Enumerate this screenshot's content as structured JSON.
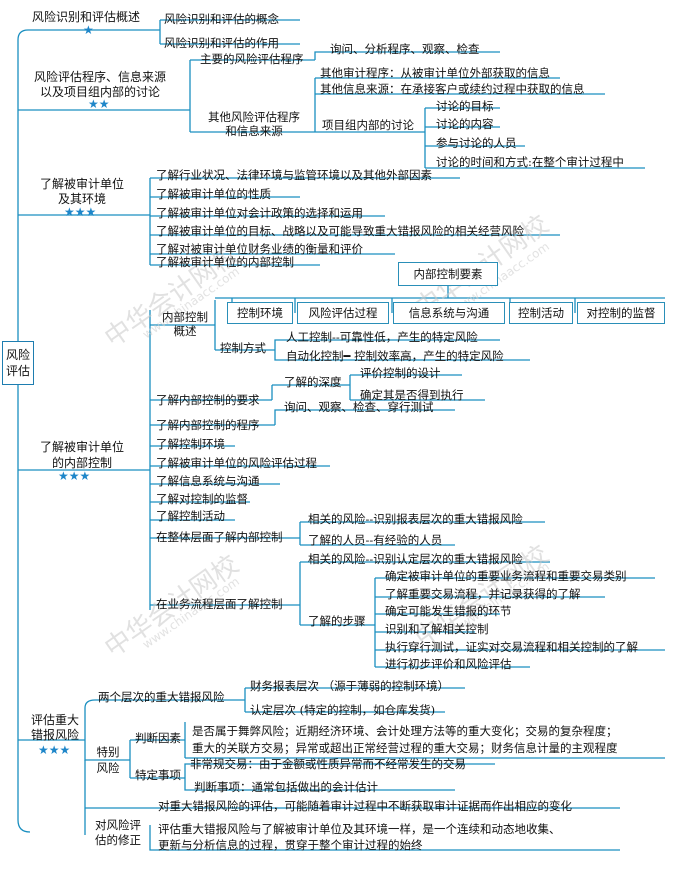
{
  "root": "风险评估",
  "stars": {
    "two": "★★",
    "three": "★★★",
    "one": "★"
  },
  "s1": {
    "title": "风险识别和评估概述",
    "items": [
      "风险识别和评估的概念",
      "风险识别和评估的作用"
    ]
  },
  "s2": {
    "title_l1": "风险评估程序、信息来源",
    "title_l2": "以及项目组内部的讨论",
    "main_procedures": "主要的风险评估程序",
    "main_procedures_detail": "询问、分析程序、观察、检查",
    "other_l1": "其他风险评估程序",
    "other_l2": "和信息来源",
    "other_procedures": "其他审计程序：从被审计单位外部获取的信息",
    "other_info": "其他信息来源：在承接客户或续约过程中获取的信息",
    "discussion": "项目组内部的讨论",
    "discussion_items": [
      "讨论的目标",
      "讨论的内容",
      "参与讨论的人员",
      "讨论的时间和方式:在整个审计过程中"
    ]
  },
  "s3": {
    "title_l1": "了解被审计单位",
    "title_l2": "及其环境",
    "items": [
      "了解行业状况、法律环境与监管环境以及其他外部因素",
      "了解被审计单位的性质",
      "了解被审计单位对会计政策的选择和运用",
      "了解被审计单位的目标、战略以及可能导致重大错报风险的相关经营风险",
      "了解对被审计单位财务业绩的衡量和评价",
      "了解被审计单位的内部控制"
    ]
  },
  "s4": {
    "title_l1": "了解被审计单位",
    "title_l2": "的内部控制",
    "overview_l1": "内部控制",
    "overview_l2": "概述",
    "elements_title": "内部控制要素",
    "elements": [
      "控制环境",
      "风险评估过程",
      "信息系统与沟通",
      "控制活动",
      "对控制的监督"
    ],
    "control_methods": "控制方式",
    "manual": "人工控制--可靠性低，产生的特定风险",
    "automated": "自动化控制━ 控制效率高，产生的特定风险",
    "requirements": "了解内部控制的要求",
    "depth": "了解的深度",
    "depth_items": [
      "评价控制的设计",
      "确定其是否得到执行"
    ],
    "procedures": "了解内部控制的程序",
    "procedures_detail": "询问、观察、检查、穿行测试",
    "list": [
      "了解控制环境",
      "了解被审计单位的风险评估过程",
      "了解信息系统与沟通",
      "了解对控制的监督",
      "了解控制活动"
    ],
    "entity_level": "在整体层面了解内部控制",
    "entity_risk": "相关的风险--识别报表层次的重大错报风险",
    "entity_people": "了解的人员--有经验的人员",
    "process_level": "在业务流程层面了解控制",
    "process_risk": "相关的风险--识别认定层次的重大错报风险",
    "steps_label": "了解的步骤",
    "steps": [
      "确定被审计单位的重要业务流程和重要交易类别",
      "了解重要交易流程，并记录获得的了解",
      "确定可能发生错报的环节",
      "识别和了解相关控制",
      "执行穿行测试，证实对交易流程和相关控制的了解",
      "进行初步评价和风险评估"
    ]
  },
  "s5": {
    "title_l1": "评估重大",
    "title_l2": "错报风险",
    "two_levels": "两个层次的重大错报风险",
    "fs_level": "财务报表层次 （源于薄弱的控制环境）",
    "assertion_level": "认定层次 (特定的控制，如仓库发货)",
    "special_l1": "特别",
    "special_l2": "风险",
    "judgment_factors": "判断因素",
    "factors_l1": "是否属于舞弊风险；近期经济环境、会计处理方法等的重大变化；交易的复杂程度；",
    "factors_l2": "重大的关联方交易；异常或超出正常经营过程的重大交易；财务信息计量的主观程度",
    "specific_matters": "特定事项",
    "nonroutine": "非常规交易：由于金额或性质异常而不经常发生的交易",
    "judgmental": "判断事项：通常包括做出的会计估计",
    "revision_l1": "对风险评",
    "revision_l2": "估的修正",
    "revision_1": "对重大错报风险的评估，可能随着审计过程中不断获取审计证据而作出相应的变化",
    "revision_2_l1": "评估重大错报风险与了解被审计单位及其环境一样，是一个连续和动态地收集、",
    "revision_2_l2": "更新与分析信息的过程，贯穿于整个审计过程的始终"
  },
  "watermark": {
    "text": "中华会计网校",
    "url": "www.chinaacc.com"
  }
}
